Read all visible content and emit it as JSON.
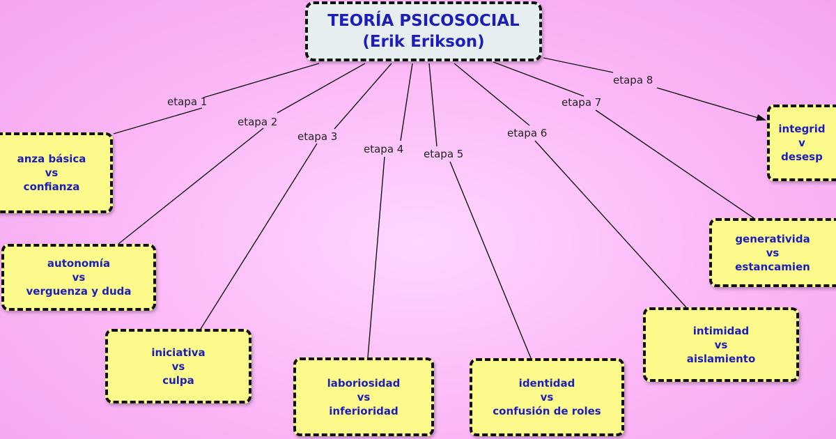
{
  "title": {
    "line1": "TEORÍA PSICOSOCIAL",
    "line2": "(Erik Erikson)"
  },
  "stages": [
    {
      "edge_label": "etapa 1",
      "lines": [
        "anza básica",
        "vs",
        "confianza"
      ]
    },
    {
      "edge_label": "etapa 2",
      "lines": [
        "autonomía",
        "vs",
        "verguenza y duda"
      ]
    },
    {
      "edge_label": "etapa 3",
      "lines": [
        "iniciativa",
        "vs",
        "culpa"
      ]
    },
    {
      "edge_label": "etapa 4",
      "lines": [
        "laboriosidad",
        "vs",
        "inferioridad"
      ]
    },
    {
      "edge_label": "etapa 5",
      "lines": [
        "identidad",
        "vs",
        "confusión de roles"
      ]
    },
    {
      "edge_label": "etapa 6",
      "lines": [
        "intimidad",
        "vs",
        "aislamiento"
      ]
    },
    {
      "edge_label": "etapa 7",
      "lines": [
        "generativida",
        "vs",
        "estancamien"
      ]
    },
    {
      "edge_label": "etapa 8",
      "lines": [
        "integrid",
        "v",
        "desesp"
      ]
    }
  ],
  "colors": {
    "background": "#fbb7f6",
    "node_fill": "#fdfa8c",
    "root_fill": "#e6eef0",
    "node_text": "#1d1db8",
    "edge": "#111111"
  }
}
